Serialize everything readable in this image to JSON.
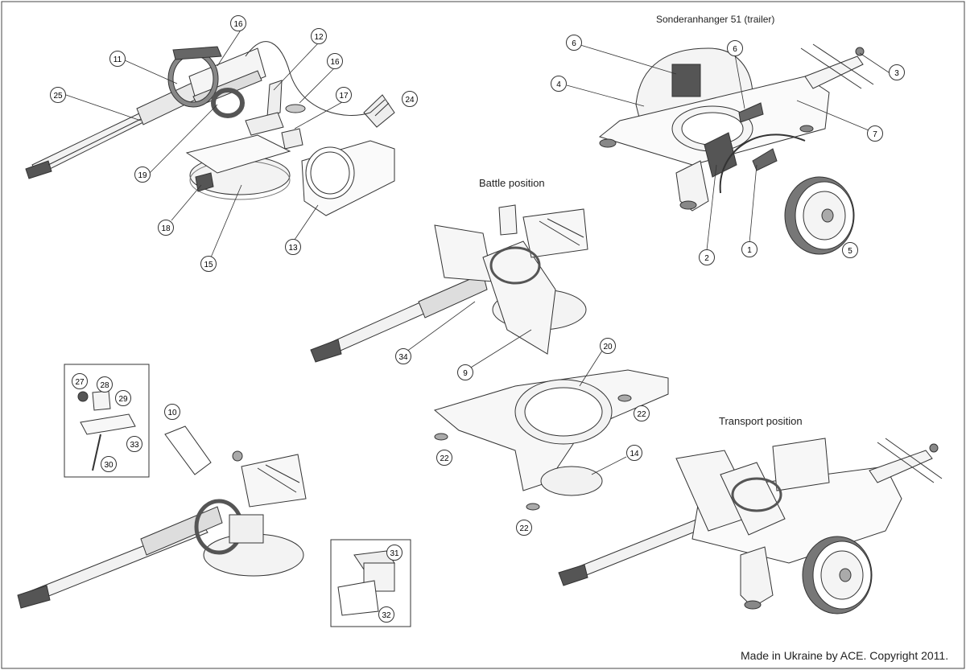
{
  "labels": {
    "trailer_title": "Sonderanhanger 51 (trailer)",
    "battle_title": "Battle position",
    "transport_title": "Transport position",
    "copyright": "Made in Ukraine by ACE. Copyright 2011."
  },
  "callouts": [
    "16",
    "11",
    "25",
    "12",
    "16",
    "17",
    "24",
    "19",
    "18",
    "15",
    "13",
    "6",
    "6",
    "4",
    "3",
    "7",
    "2",
    "1",
    "5",
    "34",
    "9",
    "20",
    "22",
    "22",
    "14",
    "22",
    "27",
    "28",
    "29",
    "33",
    "30",
    "10",
    "31",
    "32"
  ]
}
